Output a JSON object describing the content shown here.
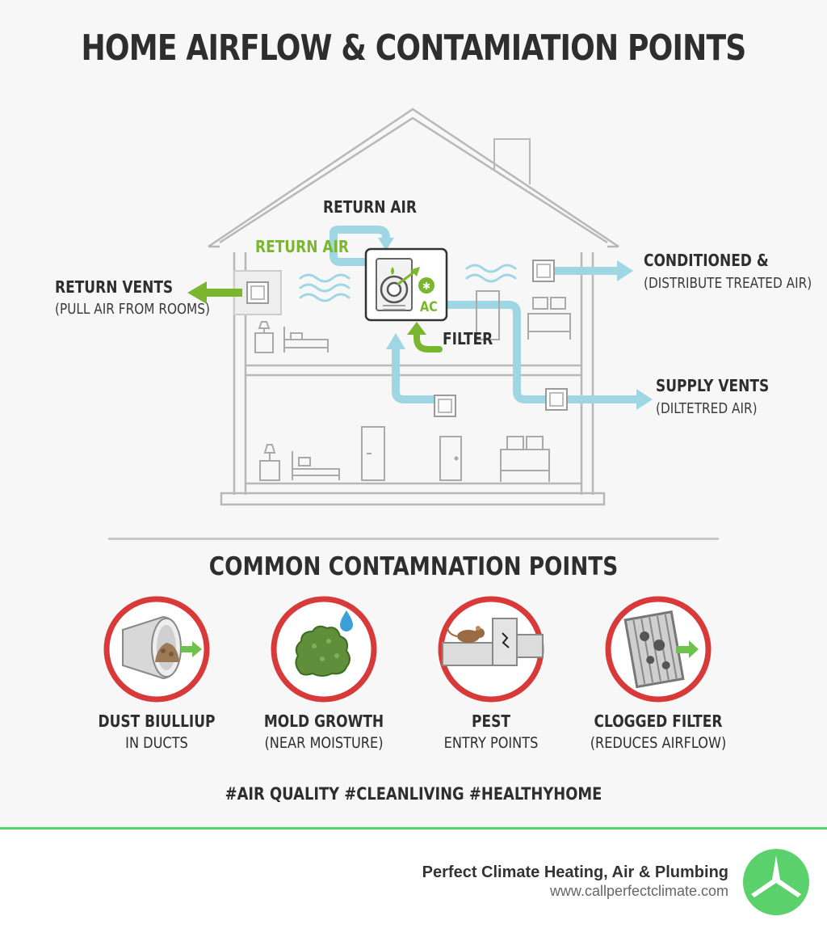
{
  "title": "HOME AIRFLOW & CONTAMIATION POINTS",
  "house": {
    "return_air_top": "RETURN AIR",
    "return_air_green": "RETURN AIR",
    "filter": "FILTER",
    "ac": "AC"
  },
  "callouts": {
    "return_vents": {
      "title": "RETURN VENTS",
      "sub": "(PULL AIR FROM ROOMS)"
    },
    "conditioned": {
      "title": "CONDITIONED &",
      "sub": "(DISTRIBUTE TREATED AIR)"
    },
    "supply_vents": {
      "title": "SUPPLY VENTS",
      "sub": "(DILTETRED AIR)"
    }
  },
  "contamination": {
    "title": "COMMON CONTAMNATION POINTS",
    "items": [
      {
        "icon": "dusty-duct-icon",
        "line1": "DUST BIULLIUP",
        "line2": "IN DUCTS"
      },
      {
        "icon": "mold-icon",
        "line1": "MOLD GROWTH",
        "line2": "(NEAR MOISTURE)"
      },
      {
        "icon": "rodent-duct-icon",
        "line1": "PEST",
        "line2": "ENTRY POINTS"
      },
      {
        "icon": "clogged-filter-icon",
        "line1": "CLOGGED FILTER",
        "line2": "(REDUCES AIRFLOW)"
      }
    ]
  },
  "hashtags": "#AIR QUALITY #CLEANLIVING #HEALTHYHOME",
  "footer": {
    "company": "Perfect Climate Heating, Air & Plumbing",
    "website": "www.callperfectclimate.com"
  },
  "colors": {
    "accent_green": "#7ab62e",
    "air_blue": "#9fd6e4",
    "warning_red": "#d83a3a",
    "footer_green": "#5ad16a"
  }
}
